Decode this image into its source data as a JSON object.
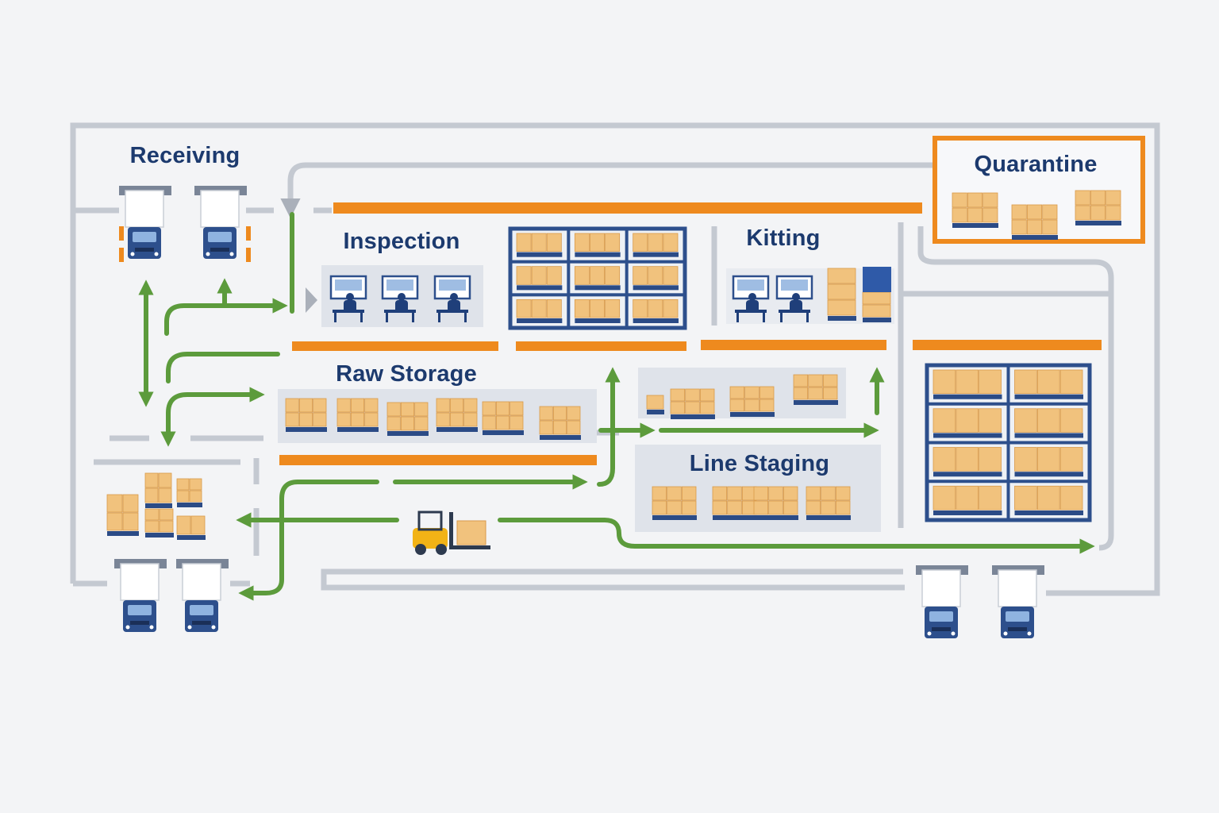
{
  "zones": {
    "receiving": "Receiving",
    "inspection": "Inspection",
    "kitting": "Kitting",
    "quarantine": "Quarantine",
    "raw_storage": "Raw Storage",
    "line_staging": "Line Staging"
  },
  "colors": {
    "flow_arrow": "#5c9b3c",
    "zone_border": "#ee8a1e",
    "wall": "#c4c9d1",
    "truck": "#2d4f8c",
    "box": "#f1c27d",
    "pallet": "#2b4b86",
    "label": "#1c3a6e",
    "forklift": "#f2b316"
  },
  "icons": [
    "truck-icon",
    "pallet-icon",
    "workstation-icon",
    "rack-icon",
    "forklift-icon",
    "arrow-icon"
  ]
}
